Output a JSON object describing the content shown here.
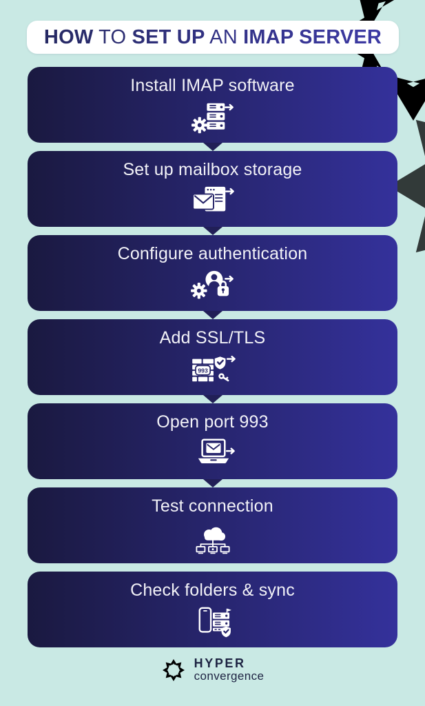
{
  "header": {
    "title_parts": {
      "p1": "HOW",
      "p2": " TO ",
      "p3": "SET UP",
      "p4": " AN ",
      "p5": "IMAP SERVER"
    }
  },
  "steps": [
    {
      "label": "Install IMAP software",
      "icon": "gear-server-arrow-icon"
    },
    {
      "label": "Set up mailbox storage",
      "icon": "envelope-document-arrow-icon"
    },
    {
      "label": "Configure authentication",
      "icon": "gear-user-lock-arrow-icon"
    },
    {
      "label": "Add SSL/TLS",
      "icon": "firewall-shield-key-arrow-icon",
      "badge": "993"
    },
    {
      "label": "Open port 993",
      "icon": "laptop-envelope-arrow-icon"
    },
    {
      "label": "Test connection",
      "icon": "cloud-network-icon"
    },
    {
      "label": "Check folders & sync",
      "icon": "devices-shield-sync-icon"
    }
  ],
  "footer": {
    "brand_name": "HYPER",
    "brand_subname": "convergence"
  },
  "colors": {
    "background": "#c9e9e4",
    "box_gradient_start": "#1a1940",
    "box_gradient_end": "#34319b",
    "title_navy": "#262963",
    "title_indigo": "#3d3aa4",
    "step_text": "#f2f2f7",
    "brand_teal": "#35b7a5",
    "footer_text": "#1d2342"
  }
}
